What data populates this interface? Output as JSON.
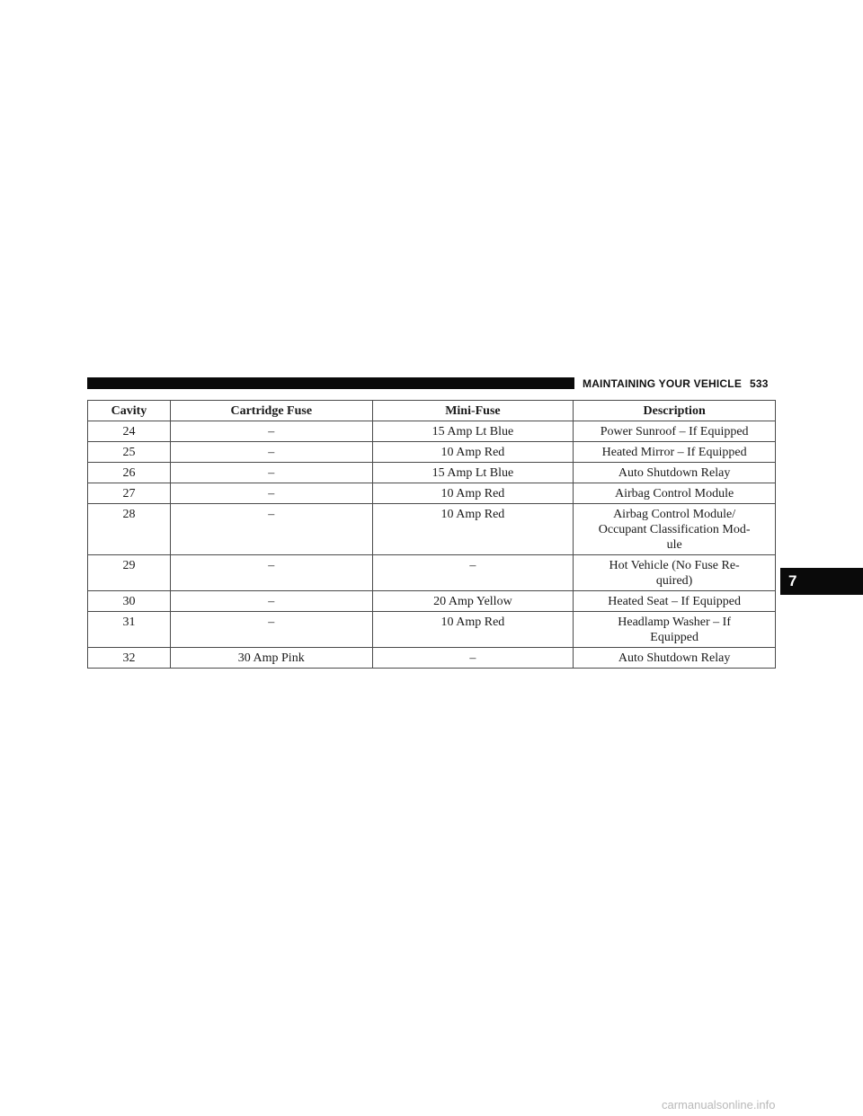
{
  "header": {
    "section_title": "MAINTAINING YOUR VEHICLE",
    "page_number": "533"
  },
  "chapter_tab": "7",
  "table": {
    "headers": [
      "Cavity",
      "Cartridge Fuse",
      "Mini-Fuse",
      "Description"
    ],
    "rows": [
      {
        "cavity": "24",
        "cartridge": "–",
        "mini": "15 Amp Lt Blue",
        "desc": [
          "Power Sunroof – If Equipped"
        ]
      },
      {
        "cavity": "25",
        "cartridge": "–",
        "mini": "10 Amp Red",
        "desc": [
          "Heated Mirror – If Equipped"
        ]
      },
      {
        "cavity": "26",
        "cartridge": "–",
        "mini": "15 Amp Lt Blue",
        "desc": [
          "Auto Shutdown Relay"
        ]
      },
      {
        "cavity": "27",
        "cartridge": "–",
        "mini": "10 Amp Red",
        "desc": [
          "Airbag Control Module"
        ]
      },
      {
        "cavity": "28",
        "cartridge": "–",
        "mini": "10 Amp Red",
        "desc": [
          "Airbag Control Module/",
          "Occupant Classification Mod-",
          "ule"
        ]
      },
      {
        "cavity": "29",
        "cartridge": "–",
        "mini": "–",
        "desc": [
          "Hot Vehicle (No Fuse Re-",
          "quired)"
        ]
      },
      {
        "cavity": "30",
        "cartridge": "–",
        "mini": "20 Amp Yellow",
        "desc": [
          "Heated Seat – If Equipped"
        ]
      },
      {
        "cavity": "31",
        "cartridge": "–",
        "mini": "10 Amp Red",
        "desc": [
          "Headlamp Washer – If",
          "Equipped"
        ]
      },
      {
        "cavity": "32",
        "cartridge": "30 Amp Pink",
        "mini": "–",
        "desc": [
          "Auto Shutdown Relay"
        ]
      }
    ]
  },
  "footer": {
    "watermark": "carmanualsonline.info"
  }
}
